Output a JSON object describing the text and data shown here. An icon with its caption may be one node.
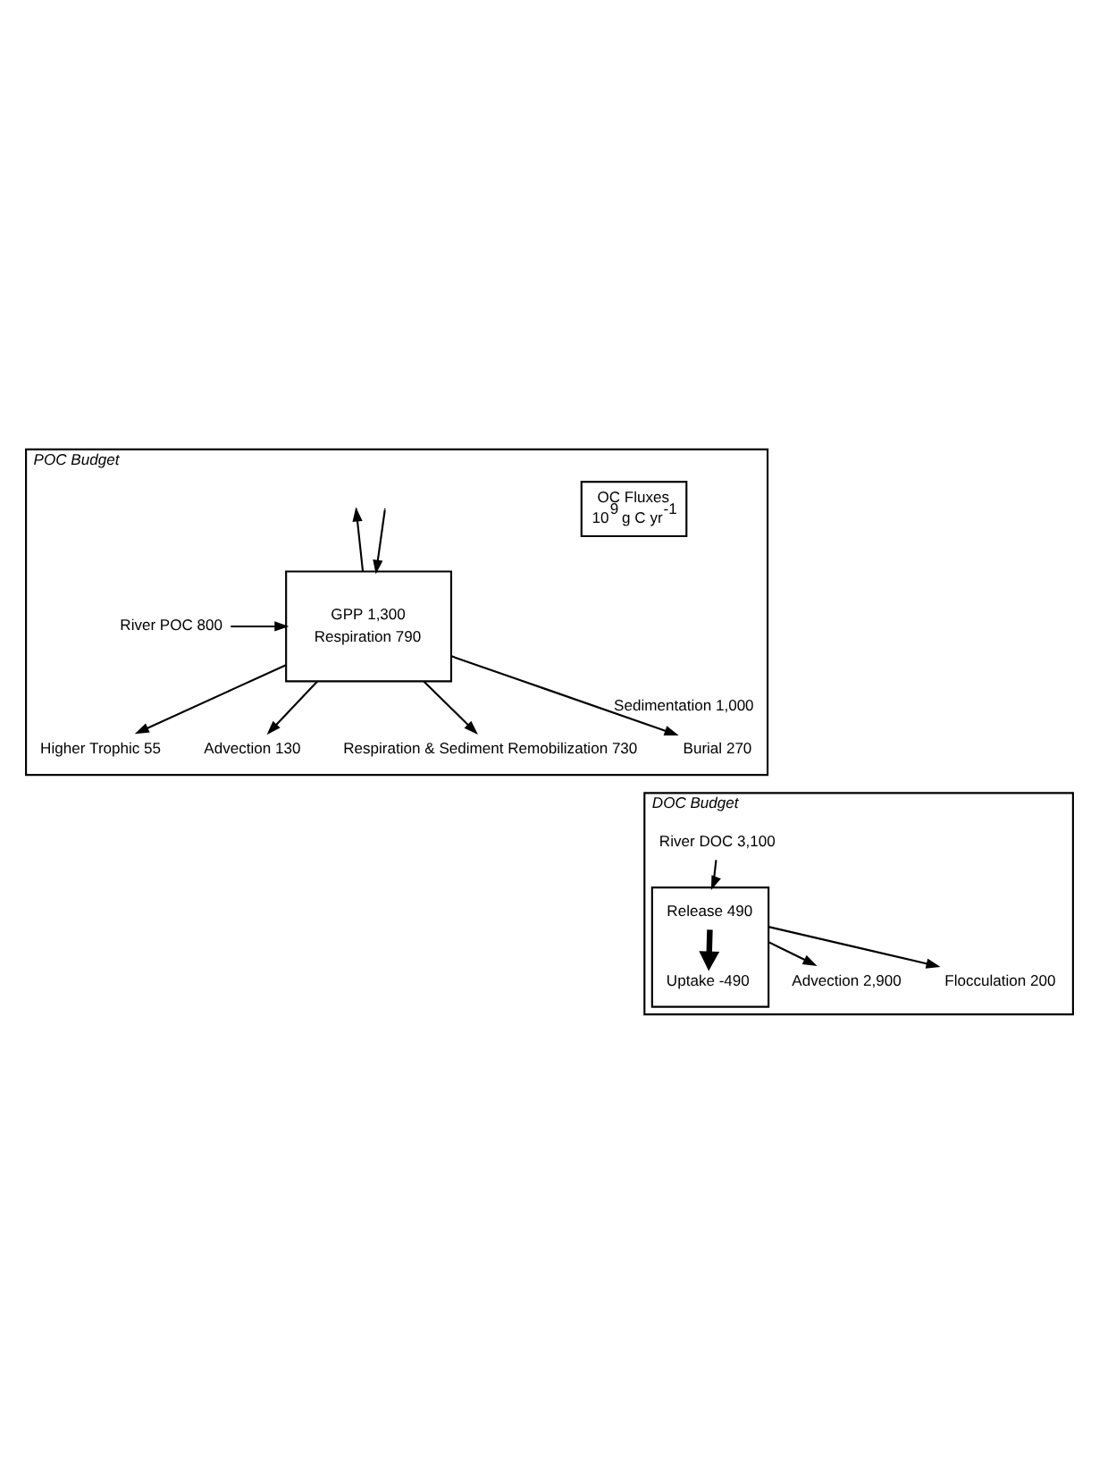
{
  "diagram": {
    "nodes": [
      {
        "text": [
          "POC Budget"
        ]
      },
      {
        "text": [
          "OC Fluxes",
          "10$^{9}$ g C yr$^{-1}$"
        ],
        "in": 0
      },
      {
        "text": [
          "River POC 800"
        ],
        "in": 0
      },
      {
        "text": [
          "GPP 1,300",
          "Respiration 790"
        ],
        "in": 0
      },
      {
        "text": [
          "Higher Trophic 55"
        ],
        "in": 0
      },
      {
        "text": [
          "Advection 130"
        ],
        "in": 0
      },
      {
        "text": [
          "Respiration & Sediment Remobilization 730"
        ],
        "in": 0
      },
      {
        "text": [
          "Burial 270"
        ],
        "in": 0
      },
      {
        "text": [
          "DOC Budget"
        ]
      },
      {
        "text": [
          "River DOC 3,100"
        ],
        "in": 8
      },
      {
        "text": [],
        "shape": "box",
        "in": 8
      },
      {
        "text": [
          "Release 490"
        ],
        "in": 10
      },
      {
        "text": [
          "Uptake -490"
        ],
        "in": 10
      },
      {
        "text": [
          "Advection 2,900"
        ],
        "in": 8
      },
      {
        "text": [
          "Flocculation 200"
        ],
        "in": 8
      }
    ],
    "edges": [
      {
        "from": null,
        "to": 3,
        "arrow": "to"
      },
      {
        "from": 3,
        "to": null,
        "arrow": "to"
      },
      {
        "from": 2,
        "to": 3,
        "arrow": "to"
      },
      {
        "from": 3,
        "to": 4,
        "arrow": "to"
      },
      {
        "from": 3,
        "to": 5,
        "arrow": "to"
      },
      {
        "from": 3,
        "to": 7,
        "arrow": "to",
        "label": "Sedimentation 1,000"
      },
      {
        "from": 3,
        "to": 6,
        "arrow": "to"
      },
      {
        "from": 9,
        "to": 10,
        "arrow": "to"
      },
      {
        "from": 11,
        "to": 12,
        "arrow": "to",
        "style": "thick"
      },
      {
        "from": 10,
        "to": 13,
        "arrow": "to"
      },
      {
        "from": 10,
        "to": 14,
        "arrow": "to"
      }
    ]
  }
}
